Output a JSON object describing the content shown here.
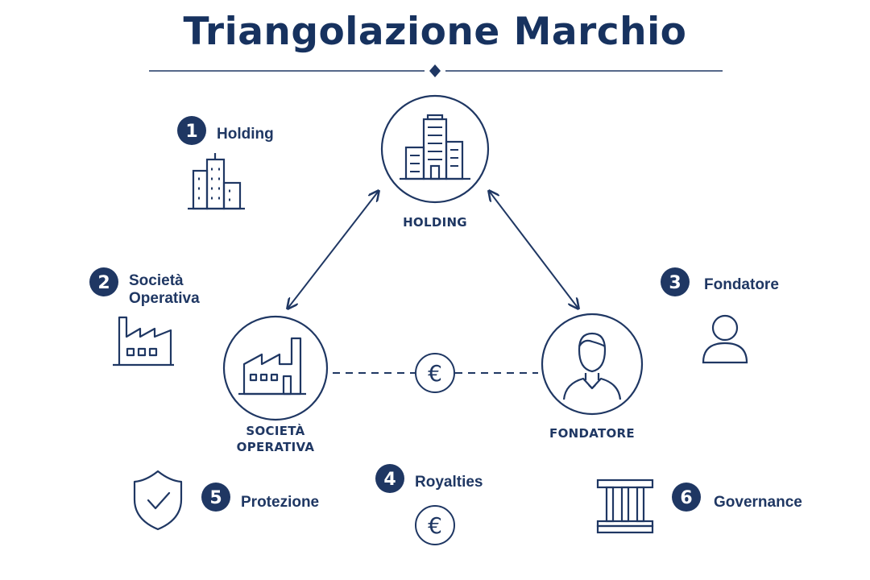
{
  "title": "Triangolazione Marchio",
  "nodes": {
    "holding": "HOLDING",
    "societa_line1": "SOCIETÀ",
    "societa_line2": "OPERATIVA",
    "fondatore": "FONDATORE"
  },
  "money_symbol": "€",
  "legend": [
    {
      "number": "1",
      "label": "Holding"
    },
    {
      "number": "2",
      "label_line1": "Società",
      "label_line2": "Operativa"
    },
    {
      "number": "3",
      "label": "Fondatore"
    },
    {
      "number": "4",
      "label": "Royalties"
    },
    {
      "number": "5",
      "label": "Protezione"
    },
    {
      "number": "6",
      "label": "Governance"
    }
  ],
  "colors": {
    "primary": "#1f3763",
    "background": "#ffffff"
  }
}
